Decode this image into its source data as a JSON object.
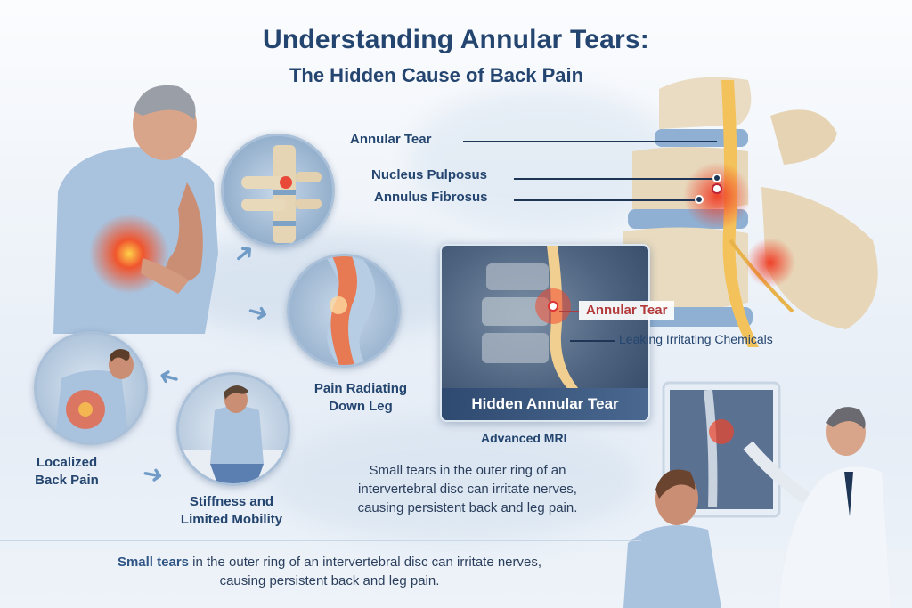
{
  "header": {
    "title": "Understanding Annular Tears:",
    "subtitle": "The Hidden Cause of Back Pain"
  },
  "anatomy_labels": {
    "annular_tear": "Annular Tear",
    "nucleus_pulposus": "Nucleus Pulposus",
    "annulus_fibrosus": "Annulus Fibrosus"
  },
  "mri": {
    "tear_label": "Annular Tear",
    "chemicals_label": "Leaking Irritating Chemicals",
    "banner": "Hidden Annular Tear",
    "caption": "Advanced MRI"
  },
  "symptoms": [
    {
      "label_line1": "Pain Radiating",
      "label_line2": "Down Leg"
    },
    {
      "label_line1": "Localized",
      "label_line2": "Back Pain"
    },
    {
      "label_line1": "Stiffness and",
      "label_line2": "Limited Mobility"
    }
  ],
  "description": {
    "line1": "Small tears in the outer ring of an",
    "line2": "intervertebral disc can irritate nerves,",
    "line3": "causing persistent back and leg pain."
  },
  "footer": {
    "bold": "Small tears",
    "rest_line1": " in the outer ring of an intervertebral disc can irritate nerves,",
    "line2": "causing persistent back and leg pain."
  },
  "colors": {
    "title": "#24456f",
    "highlight_red": "#b23a3a",
    "pain_red": "#e8452c",
    "shirt_blue": "#a9c3de"
  }
}
